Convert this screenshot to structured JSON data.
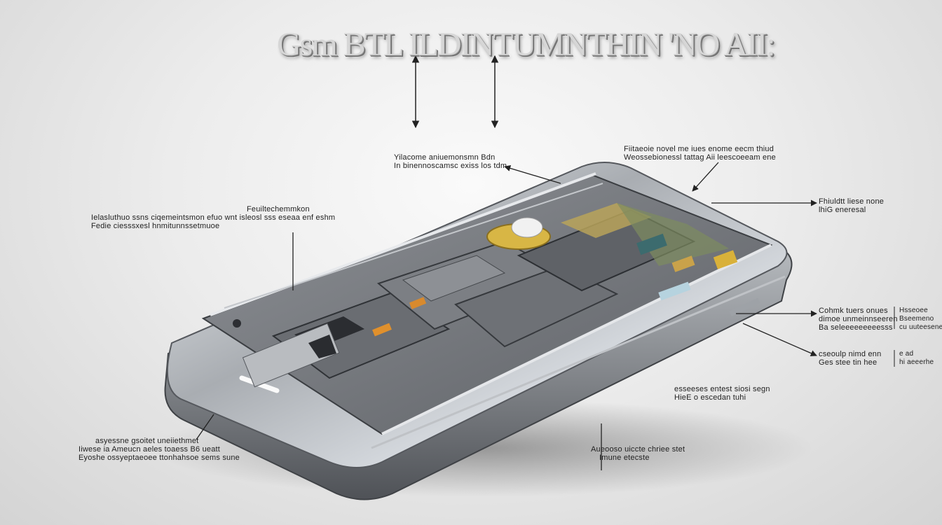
{
  "title": "Gsm BTL ILDINTUMNTHIN 'NO AII:",
  "callouts": [
    {
      "lines": [
        "Yilacome aniuemonsmn Bdn",
        "In binennoscamsc exiss los tdm"
      ]
    },
    {
      "lines": [
        "Feuiltechemmkon",
        "Ielasluthuo ssns ciqemeintsmon efuo wnt isleosl sss eseaa enf eshm",
        "Fedie ciesssxesl hnmitunnssetmuoe"
      ]
    },
    {
      "lines": [
        "Fiitaeoie novel me iues enome eecm thiud",
        "Weossebionessl tattag Aii leescoeeam ene"
      ]
    },
    {
      "lines": [
        "Fhiuldtt liese none",
        "lhiG eneresal"
      ]
    },
    {
      "lines": [
        "Cohmk tuers onues",
        "dimoe unmeinnseeren",
        "Ba seleeeeeeeeesss"
      ],
      "extra": [
        "Hsseoee",
        "Bseemeno",
        "cu uuteesene"
      ]
    },
    {
      "lines": [
        "cseoulp nimd enn",
        "Ges stee tin hee"
      ],
      "extra": [
        "e ad",
        "hi aeeerhe"
      ]
    },
    {
      "lines": [
        "esseeses entest siosi segn",
        "HieE o escedan  tuhi"
      ]
    },
    {
      "lines": [
        "asyessne gsoitet uneiiethmet",
        "Iiwese ia Ameucn aeles toaess B6 ueatt",
        "Eyoshe ossyeptaeoee ttonhahsoe sems sune"
      ]
    },
    {
      "lines": [
        "Aueooso uiccte chriee stet",
        "Imune etecste"
      ]
    }
  ]
}
